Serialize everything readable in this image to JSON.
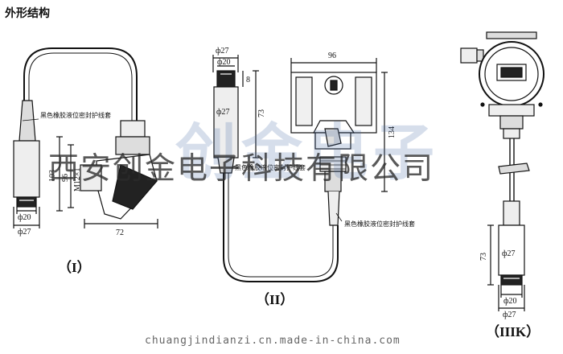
{
  "header": {
    "title": "外形结构"
  },
  "figures": {
    "fig1": {
      "caption": "（I）",
      "dims": {
        "d20": "ф20",
        "d27": "ф27",
        "len103": "103",
        "len96": "96",
        "thread": "M12×1",
        "width72": "72"
      },
      "label": "黑色橡胶液位密封护线套"
    },
    "fig2": {
      "caption": "（II）",
      "dims": {
        "d27top": "ф27",
        "d20": "ф20",
        "n8": "8",
        "d27mid": "ф27",
        "n73": "73",
        "w96": "96",
        "h134": "134"
      },
      "label_probe": "黑色橡胶液位密封护线套",
      "label_cable": "黑色橡胶液位密封护线套"
    },
    "fig3": {
      "caption": "（IIIK）",
      "dims": {
        "n73": "73",
        "d27": "ф27",
        "d20": "ф20",
        "d27b": "ф27"
      }
    }
  },
  "watermark": {
    "brand": "创金电子",
    "company": "西安创金电子科技有限公司",
    "site": "chuangjindianzi.cn.made-in-china.com"
  }
}
